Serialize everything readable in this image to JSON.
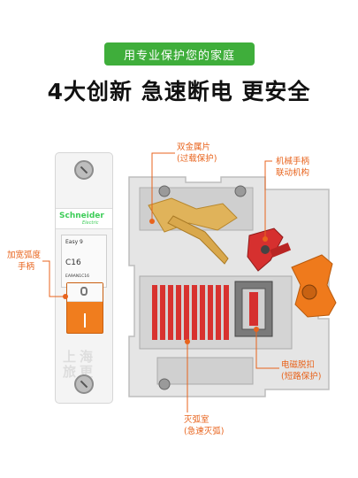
{
  "banner": {
    "text": "用专业保护您的家庭"
  },
  "headline": {
    "text": "4大创新 急速断电 更安全"
  },
  "callouts": {
    "bimetal": {
      "line1": "双金属片",
      "line2": "(过载保护)"
    },
    "mechanism": {
      "line1": "机械手柄",
      "line2": "联动机构"
    },
    "handle": {
      "line1": "加宽弧度",
      "line2": "手柄"
    },
    "magnetic": {
      "line1": "电磁脱扣",
      "line2": "(短路保护)"
    },
    "arc": {
      "line1": "灭弧室",
      "line2": "(急速灭弧)"
    }
  },
  "breaker": {
    "brand": "Schneider",
    "brand_sub": "Electric",
    "model": "Easy 9",
    "rating": "C16",
    "code": "EA9AN1C16",
    "watermark": "上海旅更"
  },
  "colors": {
    "accent": "#e8631c",
    "banner": "#3fae3b",
    "handle": "#f07d1e",
    "red_parts": "#d6302f"
  }
}
